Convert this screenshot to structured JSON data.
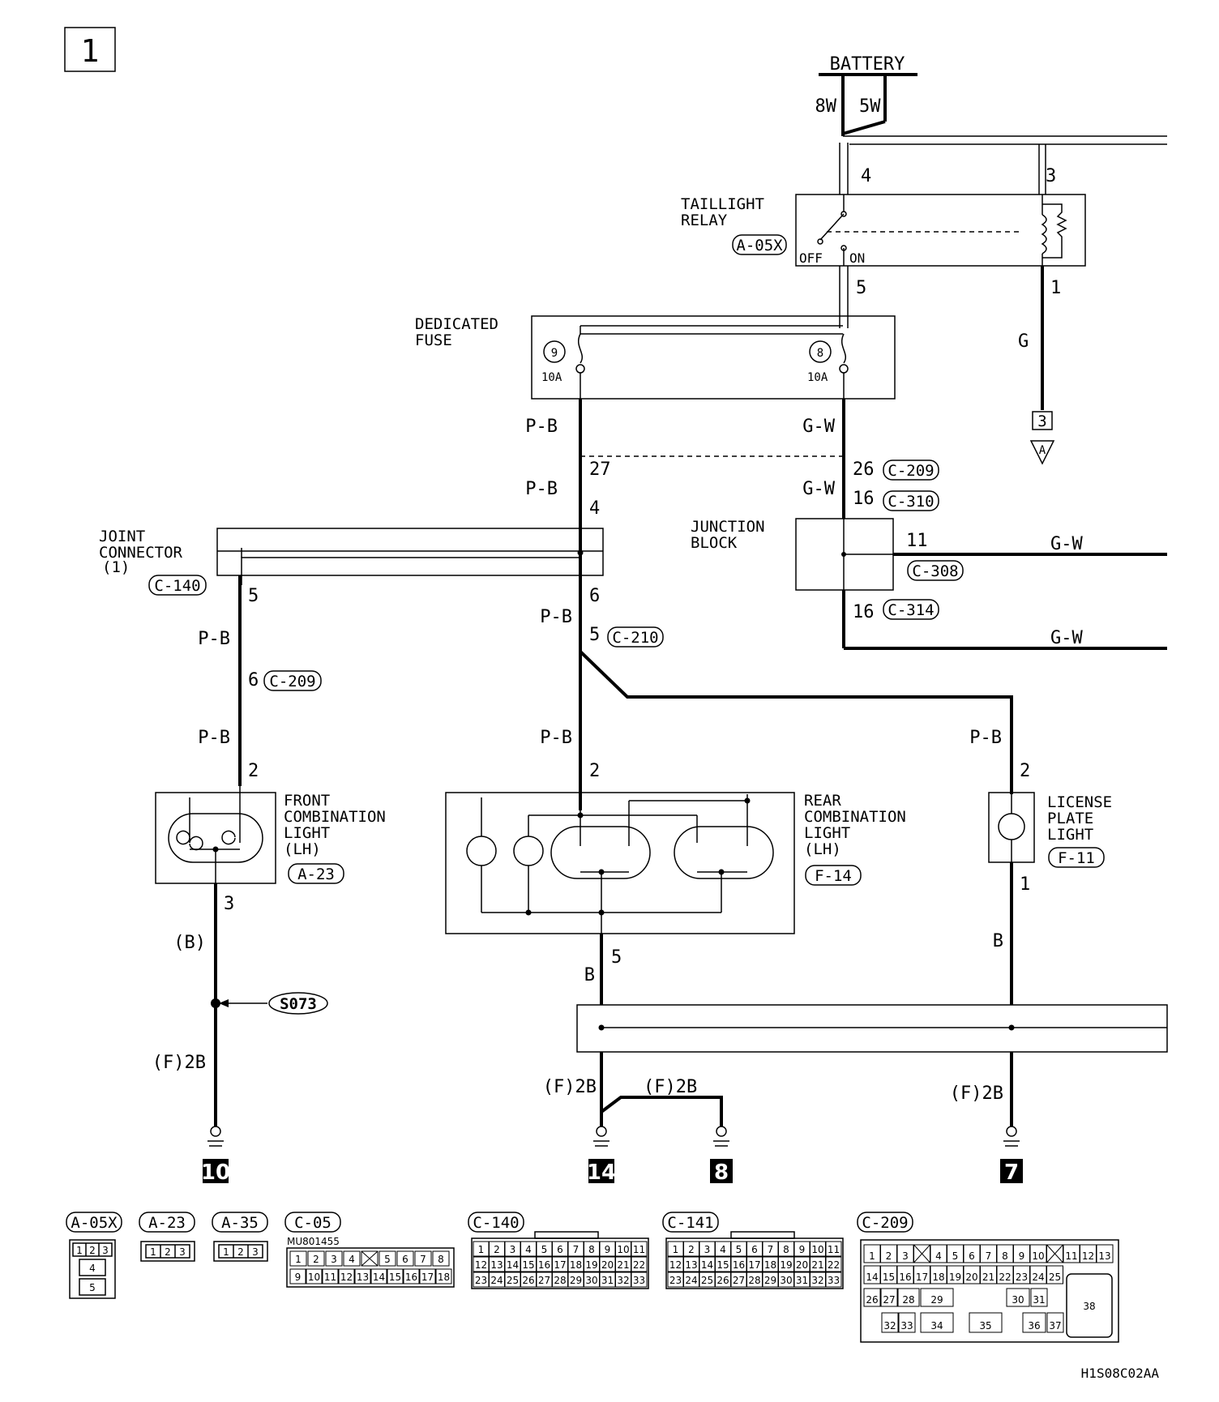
{
  "page_number": "1",
  "diagram_code": "H1S08C02AA",
  "battery": {
    "label": "BATTERY",
    "wire_left": "8W",
    "wire_right": "5W"
  },
  "taillight_relay": {
    "line1": "TAILLIGHT",
    "line2": "RELAY",
    "connector": "A-05X",
    "off": "OFF",
    "on": "ON",
    "pin_top_left": "4",
    "pin_top_right": "3",
    "pin_bottom_left": "5",
    "pin_bottom_right": "1"
  },
  "ground_wire": {
    "color": "G",
    "box": "3",
    "tri": "A"
  },
  "dedicated_fuse": {
    "line1": "DEDICATED",
    "line2": "FUSE",
    "fuse_left_no": "9",
    "fuse_left_amp": "10A",
    "fuse_right_no": "8",
    "fuse_right_amp": "10A"
  },
  "wires": {
    "pb1": "P-B",
    "gw1": "G-W",
    "pb2": "P-B",
    "gw2": "G-W",
    "pin27": "27",
    "pin26": "26",
    "c209a": "C-209",
    "pin16a": "16",
    "c310": "C-310",
    "pin4": "4",
    "gw_right1": "G-W",
    "gw_right2": "G-W",
    "pin11": "11",
    "c308": "C-308",
    "pin16b": "16",
    "c314": "C-314",
    "pin6": "6",
    "pin5c": "5",
    "c210": "C-210",
    "pb3": "P-B",
    "pin5l": "5",
    "pb_left1": "P-B",
    "pin6l": "6",
    "c209b": "C-209",
    "pb_left2": "P-B",
    "pin2l": "2",
    "pb_mid": "P-B",
    "pin2m": "2",
    "pb_right": "P-B",
    "pin2r": "2",
    "pin3l": "3",
    "b_paren": "(B)",
    "s073": "S073",
    "f2b_l": "(F)2B",
    "pin5m": "5",
    "b_mid": "B",
    "f2b_m1": "(F)2B",
    "f2b_m2": "(F)2B",
    "pin1r": "1",
    "b_right": "B",
    "f2b_r": "(F)2B"
  },
  "junction_block": {
    "line1": "JUNCTION",
    "line2": "BLOCK"
  },
  "joint_connector": {
    "line1": "JOINT",
    "line2": "CONNECTOR",
    "line3": "(1)",
    "connector": "C-140"
  },
  "front_light": {
    "line1": "FRONT",
    "line2": "COMBINATION",
    "line3": "LIGHT",
    "line4": "(LH)",
    "connector": "A-23"
  },
  "rear_light": {
    "line1": "REAR",
    "line2": "COMBINATION",
    "line3": "LIGHT",
    "line4": "(LH)",
    "connector": "F-14"
  },
  "license_light": {
    "line1": "LICENSE",
    "line2": "PLATE",
    "line3": "LIGHT",
    "connector": "F-11"
  },
  "grounds": [
    "10",
    "14",
    "8",
    "7"
  ],
  "connectors": {
    "a05x": {
      "name": "A-05X",
      "pins": [
        "1",
        "2",
        "3",
        "4",
        "5"
      ]
    },
    "a23": {
      "name": "A-23",
      "pins": [
        "1",
        "2",
        "3"
      ]
    },
    "a35": {
      "name": "A-35",
      "pins": [
        "1",
        "2",
        "3"
      ]
    },
    "c05": {
      "name": "C-05",
      "sub": "MU801455",
      "row1": [
        "1",
        "2",
        "3",
        "4",
        "",
        "5",
        "6",
        "7",
        "8"
      ],
      "row2": [
        "9",
        "10",
        "11",
        "12",
        "13",
        "14",
        "15",
        "16",
        "17",
        "18"
      ]
    },
    "c140": {
      "name": "C-140",
      "rows": [
        [
          "1",
          "2",
          "3",
          "4",
          "5",
          "6",
          "7",
          "8",
          "9",
          "10",
          "11"
        ],
        [
          "12",
          "13",
          "14",
          "15",
          "16",
          "17",
          "18",
          "19",
          "20",
          "21",
          "22"
        ],
        [
          "23",
          "24",
          "25",
          "26",
          "27",
          "28",
          "29",
          "30",
          "31",
          "32",
          "33"
        ]
      ]
    },
    "c141": {
      "name": "C-141",
      "rows": [
        [
          "1",
          "2",
          "3",
          "4",
          "5",
          "6",
          "7",
          "8",
          "9",
          "10",
          "11"
        ],
        [
          "12",
          "13",
          "14",
          "15",
          "16",
          "17",
          "18",
          "19",
          "20",
          "21",
          "22"
        ],
        [
          "23",
          "24",
          "25",
          "26",
          "27",
          "28",
          "29",
          "30",
          "31",
          "32",
          "33"
        ]
      ]
    },
    "c209": {
      "name": "C-209",
      "row1": [
        "1",
        "2",
        "3",
        "",
        "4",
        "5",
        "6",
        "7",
        "8",
        "9",
        "10",
        "",
        "11",
        "12",
        "13"
      ],
      "row2": [
        "14",
        "15",
        "16",
        "17",
        "18",
        "19",
        "20",
        "21",
        "22",
        "23",
        "24",
        "25"
      ],
      "row3": [
        "26",
        "27",
        "28",
        "29",
        "30",
        "31"
      ],
      "row4": [
        "32",
        "33",
        "34",
        "35",
        "36",
        "37"
      ],
      "big": "38"
    }
  }
}
